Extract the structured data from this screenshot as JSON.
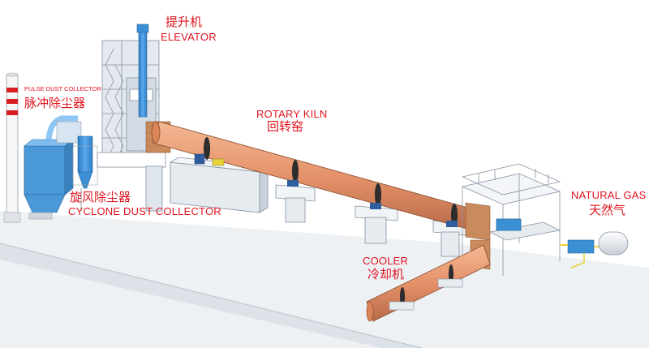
{
  "labels": {
    "elevator_zh": "提升机",
    "elevator_en": "ELEVATOR",
    "pulse_en": "PULSE DUST COLLECTOR",
    "pulse_zh": "脉冲除尘器",
    "cyclone_zh": "旋风除尘器",
    "cyclone_en": "CYCLONE DUST COLLECTOR",
    "kiln_en": "ROTARY KILN",
    "kiln_zh": "回转窑",
    "cooler_en": "COOLER",
    "cooler_zh": "冷却机",
    "gas_en": "NATURAL GAS",
    "gas_zh": "天然气"
  },
  "colors": {
    "kiln": "#e89a6e",
    "steel": "#c9d2de",
    "blue": "#3b8fd4",
    "label": "#e0141e",
    "chimney_stripe": "#d81e1e",
    "motor_yellow": "#e8d23a",
    "brick": "#c98a5c"
  }
}
